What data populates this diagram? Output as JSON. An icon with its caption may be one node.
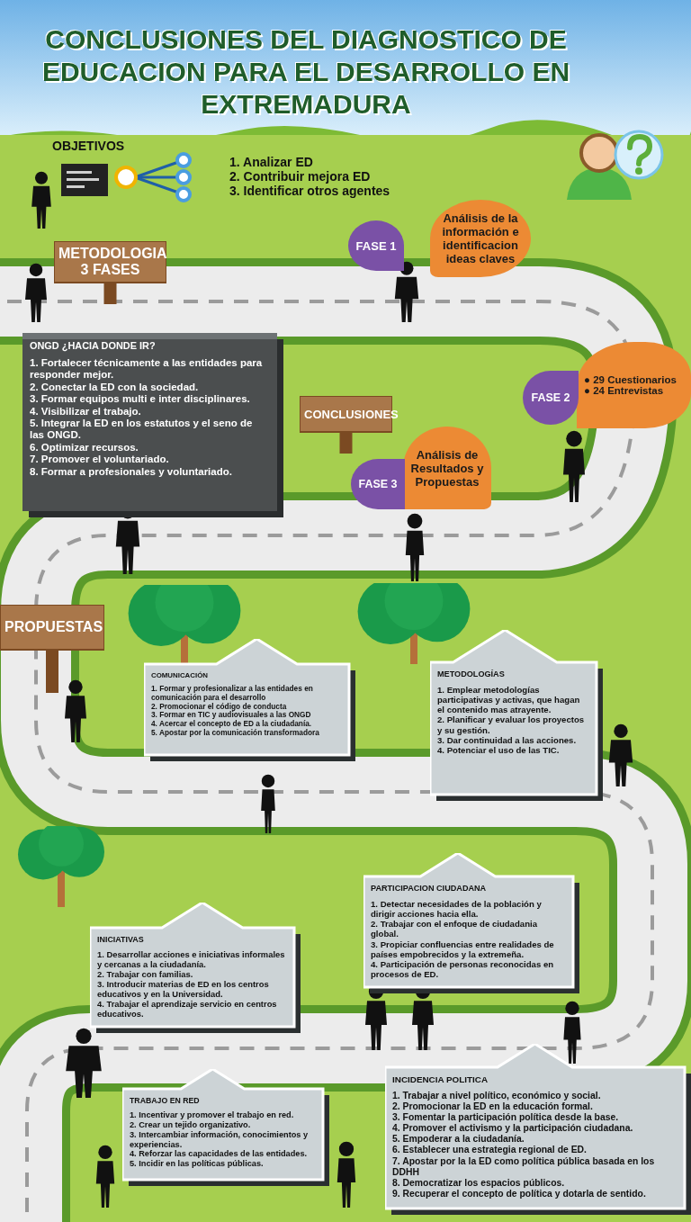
{
  "diagram": {
    "title": "CONCLUSIONES DEL DIAGNOSTICO DE EDUCACION PARA EL DESARROLLO EN EXTREMADURA",
    "nodes": [
      {
        "text": [
          "Análisis de la información e identificacion ideas claves"
        ]
      },
      {
        "text": [
          "FASE 1"
        ]
      },
      {
        "text": [
          "METODOLOGIA 3 FASES"
        ]
      },
      {
        "text": [
          "ONGD ¿HACIA DONDE IR?",
          "1. Fortalecer técnicamente a las entidades para responder mejor.",
          "2. Conectar la ED con la sociedad.",
          "3. Formar equipos multi e inter disciplinares.",
          "4. Visibilizar el trabajo.",
          "5. Integrar la ED en los estatutos y el seno de las ONGD.",
          "6. Optimizar recursos.",
          "7. Promover el voluntariado.",
          "8. Formar a profesionales y voluntariado."
        ]
      },
      {
        "text": [
          "● 29 Cuestionarios",
          "● 24 Entrevistas"
        ]
      },
      {
        "text": [
          "FASE 2"
        ]
      },
      {
        "text": [
          "CONCLUSIONES"
        ]
      },
      {
        "text": [
          "Análisis de Resultados y Propuestas"
        ]
      },
      {
        "text": [
          "FASE 3"
        ]
      },
      {
        "text": [
          "PROPUESTAS"
        ]
      },
      {
        "text": [
          "METODOLOGÍAS",
          "1. Emplear metodologías participativas y activas, que hagan el contenido mas atrayente.",
          "2. Planificar y evaluar los proyectos y su gestión.",
          "3. Dar continuidad a las acciones.",
          "4. Potenciar el uso de las TIC."
        ]
      },
      {
        "text": [
          "COMUNICACIÓN",
          "1. Formar y profesionalizar a las entidades en comunicación para el desarrollo",
          "2. Promocionar el código de conducta",
          "3. Formar en TIC y audiovisuales a las ONGD",
          "4. Acercar el concepto de ED a la ciudadanía.",
          "5. Apostar por la comunicación transformadora"
        ]
      },
      {
        "text": [
          "PARTICIPACION CIUDADANA",
          "1. Detectar necesidades de la población y dirigir acciones hacia ella.",
          "2. Trabajar con el enfoque de ciudadania global.",
          "3. Propiciar confluencias entre realidades de países empobrecidos y la extremeña.",
          "4. Participación de personas reconocidas en procesos de ED."
        ]
      },
      {
        "text": [
          "INICIATIVAS",
          "1. Desarrollar acciones e iniciativas informales y cercanas a la ciudadanía.",
          "2. Trabajar con familias.",
          "3. Introducir materias de ED en los centros educativos y en la Universidad.",
          "4. Trabajar el aprendizaje servicio en centros educativos."
        ]
      },
      {
        "text": [
          "INCIDENCIA POLITICA",
          "1. Trabajar a nivel político, económico y social.",
          "2. Promocionar la ED en la educación formal.",
          "3. Fomentar la participación política desde la base.",
          "4. Promover el activismo y la participación ciudadana.",
          "5. Empoderar a la ciudadanía.",
          "6. Establecer una estrategia regional de ED.",
          "7. Apostar por la la ED como política pública basada en los DDHH",
          "8. Democratizar los espacios públicos.",
          "9. Recuperar el concepto de política y dotarla de sentido."
        ]
      },
      {
        "text": [
          "TRABAJO EN RED",
          "1. Incentivar y promover el trabajo en red.",
          "2. Crear un tejido organizativo.",
          "3. Intercambiar información, conocimientos y experiencias.",
          "4. Reforzar las capacidades de las entidades.",
          "5. Incidir en las políticas públicas."
        ]
      }
    ],
    "labels": [
      "OBJETIVOS",
      "1. Analizar ED",
      "2. Contribuir mejora ED",
      "3. Identificar otros agentes"
    ]
  }
}
